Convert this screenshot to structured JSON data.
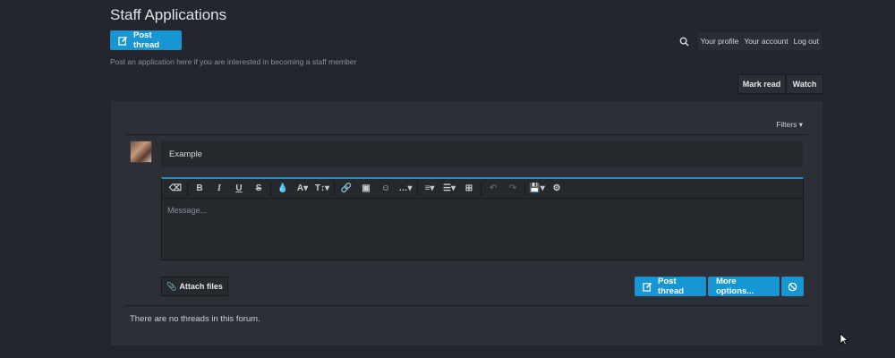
{
  "page": {
    "title": "Staff Applications",
    "description": "Post an application here if you are interested in becoming a staff member"
  },
  "actions": {
    "post_thread": "Post thread",
    "mark_read": "Mark read",
    "watch": "Watch"
  },
  "usernav": {
    "profile": "Your profile",
    "account": "Your account",
    "logout": "Log out"
  },
  "filters": {
    "label": "Filters"
  },
  "composer": {
    "title_value": "Example",
    "message_placeholder": "Message...",
    "attach_label": "Attach files",
    "post_label": "Post thread",
    "more_label": "More options..."
  },
  "empty_state": "There are no threads in this forum.",
  "colors": {
    "accent": "#1796d4",
    "background": "#23262c",
    "panel": "#2c2f35"
  }
}
